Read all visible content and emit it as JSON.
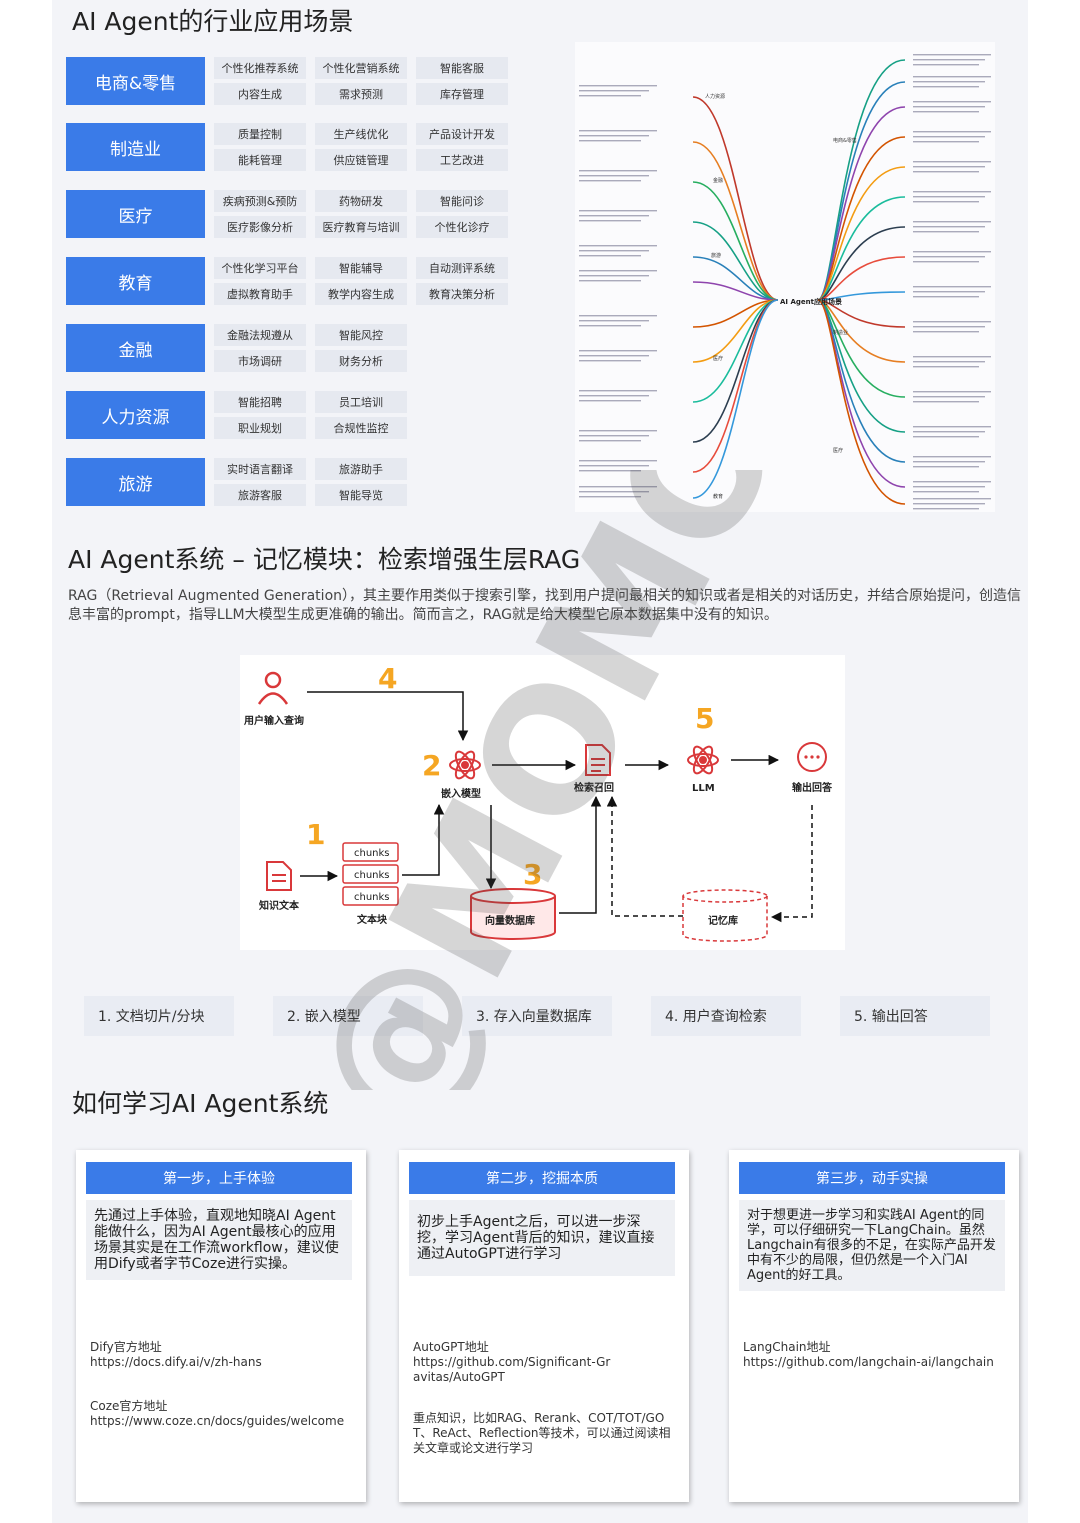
{
  "section1": {
    "title": "AI Agent的行业应用场景",
    "industries": [
      {
        "name": "电商&零售",
        "columns": [
          [
            "个性化推荐系统",
            "内容生成"
          ],
          [
            "个性化营销系统",
            "需求预测"
          ],
          [
            "智能客服",
            "库存管理"
          ]
        ]
      },
      {
        "name": "制造业",
        "columns": [
          [
            "质量控制",
            "能耗管理"
          ],
          [
            "生产线优化",
            "供应链管理"
          ],
          [
            "产品设计开发",
            "工艺改进"
          ]
        ]
      },
      {
        "name": "医疗",
        "columns": [
          [
            "疾病预测&预防",
            "医疗影像分析"
          ],
          [
            "药物研发",
            "医疗教育与培训"
          ],
          [
            "智能问诊",
            "个性化诊疗"
          ]
        ]
      },
      {
        "name": "教育",
        "columns": [
          [
            "个性化学习平台",
            "虚拟教育助手"
          ],
          [
            "智能辅导",
            "教学内容生成"
          ],
          [
            "自动测评系统",
            "教育决策分析"
          ]
        ]
      },
      {
        "name": "金融",
        "columns": [
          [
            "金融法规遵从",
            "市场调研"
          ],
          [
            "智能风控",
            "财务分析"
          ]
        ]
      },
      {
        "name": "人力资源",
        "columns": [
          [
            "智能招聘",
            "职业规划"
          ],
          [
            "员工培训",
            "合规性监控"
          ]
        ]
      },
      {
        "name": "旅游",
        "columns": [
          [
            "实时语言翻译",
            "旅游客服"
          ],
          [
            "旅游助手",
            "智能导览"
          ]
        ]
      }
    ],
    "mindmap": {
      "center": "AI Agent应用场景",
      "left_branches": [
        "人力资源",
        "旅游",
        "金融",
        "医疗",
        "教育"
      ],
      "right_branches": [
        "电商&零售",
        "制造业",
        "医疗"
      ]
    }
  },
  "section2": {
    "title": "AI Agent系统 – 记忆模块：检索增强生层RAG",
    "description": "RAG（Retrieval Augmented Generation），其主要作用类似于搜索引擎，找到用户提问最相关的知识或者是相关的对话历史，并结合原始提问，创造信息丰富的prompt，指导LLM大模型生成更准确的输出。简而言之，RAG就是给大模型它原本数据集中没有的知识。",
    "diagram": {
      "user_query": "用户输入查询",
      "knowledge_text": "知识文本",
      "chunk": "chunks",
      "text_blocks": "文本块",
      "embedding": "嵌入模型",
      "vector_db": "向量数据库",
      "retrieval": "检索召回",
      "llm": "LLM",
      "output": "输出回答",
      "memory": "记忆库",
      "step_numbers": [
        "1",
        "2",
        "3",
        "4",
        "5"
      ]
    },
    "steps": [
      "1. 文档切片/分块",
      "2. 嵌入模型",
      "3. 存入向量数据库",
      "4. 用户查询检索",
      "5. 输出回答"
    ]
  },
  "section3": {
    "title": "如何学习AI Agent系统",
    "cards": [
      {
        "header": "第一步，上手体验",
        "body": "先通过上手体验，直观地知晓AI Agent能做什么，因为AI Agent最核心的应用场景其实是在工作流workflow，建议使用Dify或者字节Coze进行实操。",
        "links": [
          {
            "label": "Dify官方地址",
            "url": "https://docs.dify.ai/v/zh-hans"
          },
          {
            "label": "Coze官方地址",
            "url": "https://www.coze.cn/docs/guides/welcome"
          }
        ]
      },
      {
        "header": "第二步，挖掘本质",
        "body": "初步上手Agent之后，可以进一步深挖，学习Agent背后的知识，建议直接通过AutoGPT进行学习",
        "links": [
          {
            "label": "AutoGPT地址",
            "url": "https://github.com/Significant-Gravitas/AutoGPT"
          }
        ],
        "note": "重点知识，比如RAG、Rerank、COT/TOT/GOT、ReAct、Reflection等技术，可以通过阅读相关文章或论文进行学习"
      },
      {
        "header": "第三步，动手实操",
        "body": "对于想更进一步学习和实践AI Agent的同学，可以仔细研究一下LangChain。虽然Langchain有很多的不足，在实际产品开发中有不少的局限，但仍然是一个入门AI Agent的好工具。",
        "links": [
          {
            "label": "LangChain地址",
            "url": "https://github.com/langchain-ai/langchain"
          }
        ]
      }
    ]
  },
  "watermark": "@MOMO",
  "colors": {
    "accent": "#3a7be8",
    "number_orange": "#f5a623",
    "icon_red": "#d9383a"
  }
}
